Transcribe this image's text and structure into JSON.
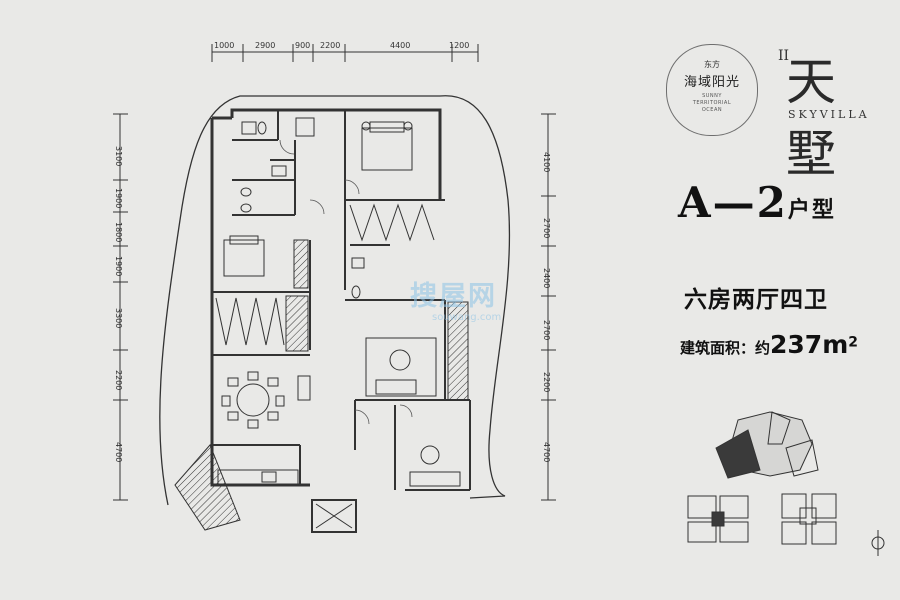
{
  "dimensions_top": [
    "1000",
    "2900",
    "900",
    "2200",
    "4400",
    "1200"
  ],
  "dimensions_left": [
    "3100",
    "1900",
    "1800",
    "1900",
    "3300",
    "2200",
    "4700"
  ],
  "dimensions_right": [
    "4100",
    "2700",
    "2400",
    "2700",
    "2200",
    "4700"
  ],
  "brand": {
    "small": "东方",
    "name": "海域阳光",
    "en_line1": "SUNNY",
    "en_line2": "TERRITORIAL",
    "en_line3": "OCEAN"
  },
  "project": {
    "numeral": "II",
    "name_cn": "天墅",
    "name_en": "SKYVILLA"
  },
  "unit": {
    "type": "A—2",
    "type_suffix": "户型",
    "rooms": "六房两厅四卫",
    "area_label": "建筑面积：约",
    "area_value": "237",
    "area_unit": "m",
    "area_sup": "2"
  },
  "watermark": {
    "text": "搜屋网",
    "url": "souwang.com"
  },
  "colors": {
    "background": "#e9e9e7",
    "line": "#333333",
    "highlight_unit": "#3a3a3a",
    "watermark": "#8ec3e6"
  }
}
